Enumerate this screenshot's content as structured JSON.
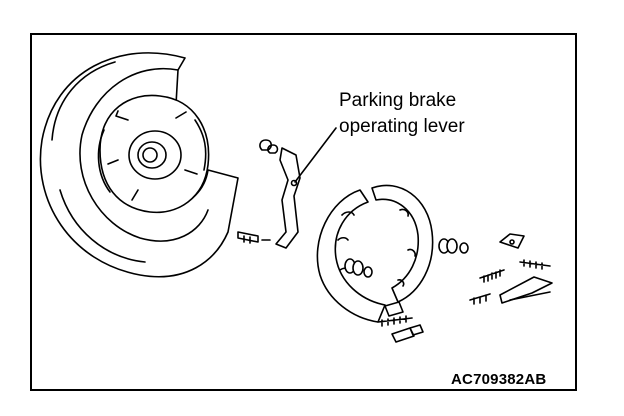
{
  "callout": {
    "line1": "Parking brake",
    "line2": "operating lever"
  },
  "figure_code": "AC709382AB"
}
